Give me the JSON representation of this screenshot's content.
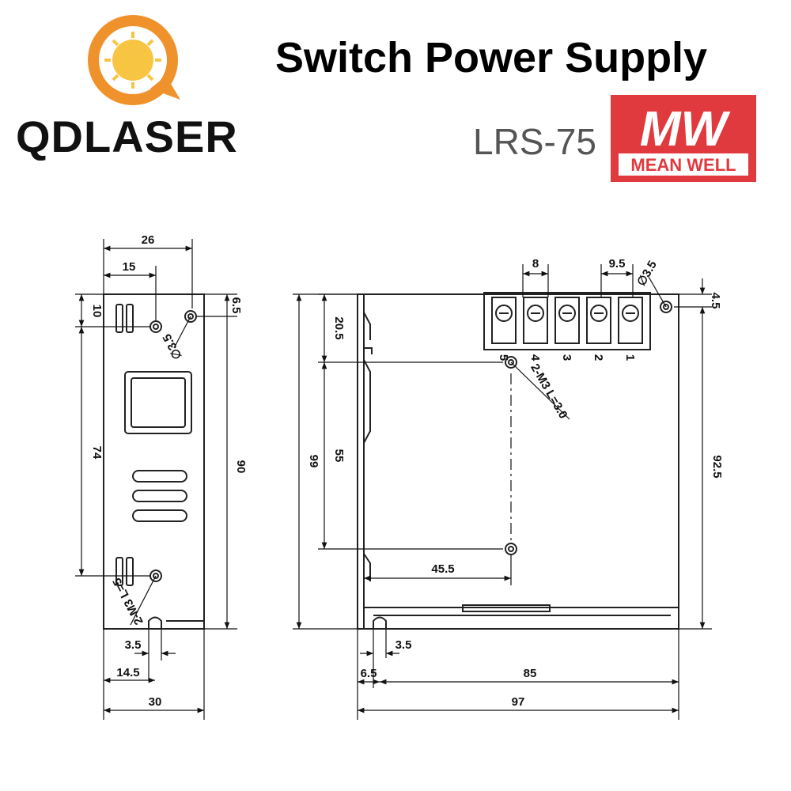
{
  "header": {
    "brand": "QDLASER",
    "title": "Switch Power Supply",
    "model": "LRS-75",
    "mw_logo_text": "MW",
    "mw_logo_caption": "MEAN WELL",
    "colors": {
      "logo_orange": "#f0922b",
      "logo_yellow": "#f7c542",
      "meanwell_red": "#e03a3e"
    }
  },
  "side_view": {
    "dims": {
      "w26": "26",
      "w15": "15",
      "h10": "10",
      "h6_5": "6.5",
      "h74": "74",
      "h90": "90",
      "w3_5": "3.5",
      "w14_5": "14.5",
      "w30": "30"
    },
    "hole_note_top": "∅3.5",
    "hole_note_bottom": "2-M3 L=5"
  },
  "front_view": {
    "dims": {
      "w8": "8",
      "w9_5": "9.5",
      "h20_5": "20.5",
      "h55": "55",
      "h99": "99",
      "h92_5": "92.5",
      "h4_5": "4.5",
      "w45_5": "45.5",
      "w3_5": "3.5",
      "w6_5": "6.5",
      "w85": "85",
      "w97": "97"
    },
    "hole_note_top": "∅3.5",
    "hole_note_mid": "2-M3 L=3.0",
    "terminals": [
      "5",
      "4",
      "3",
      "2",
      "1"
    ]
  }
}
